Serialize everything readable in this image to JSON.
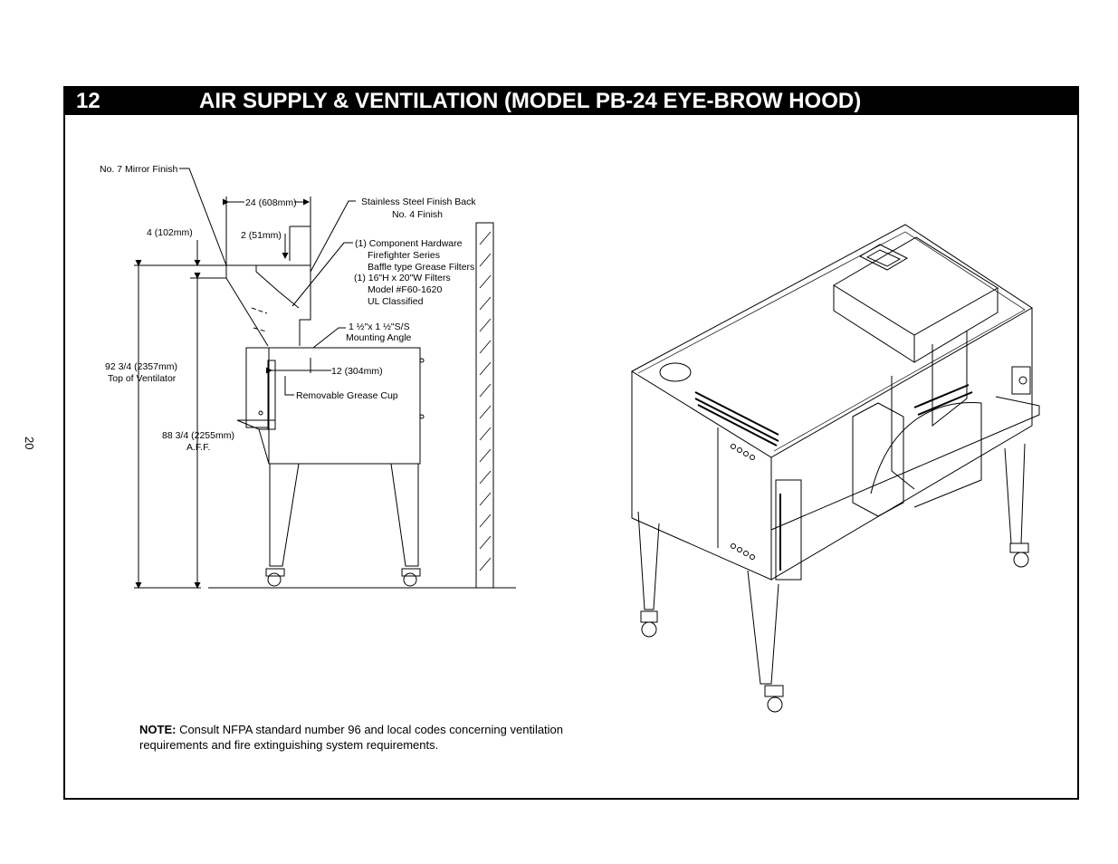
{
  "page": {
    "number": "20"
  },
  "header": {
    "section_number": "12",
    "title": "AIR SUPPLY & VENTILATION (MODEL PB-24 EYE-BROW HOOD)"
  },
  "side_view": {
    "mirror_finish": "No. 7 Mirror Finish",
    "width_dim": "24 (608mm)",
    "stainless_back_line1": "Stainless Steel Finish Back",
    "stainless_back_line2": "No. 4 Finish",
    "height_4": "4 (102mm)",
    "height_2": "2 (51mm)",
    "component_line1": "(1) Component Hardware",
    "component_line2": "Firefighter Series",
    "component_line3": "Baffle type Grease Filters",
    "filters_line1": "(1) 16\"H x 20\"W Filters",
    "filters_line2": "Model #F60-1620",
    "filters_line3": "UL Classified",
    "angle_line1": "1 ½\"x 1 ½\"S/S",
    "angle_line2": "Mounting Angle",
    "ventilator_line1": "92 3/4 (2357mm)",
    "ventilator_line2": "Top of Ventilator",
    "dim_12": "12 (304mm)",
    "grease_cup": "Removable Grease Cup",
    "aff_line1": "88 3/4 (2255mm)",
    "aff_line2": "A.F.F."
  },
  "note": {
    "label": "NOTE:",
    "text": " Consult NFPA standard number 96 and local codes concerning ventilation requirements and fire extinguishing system requirements."
  }
}
